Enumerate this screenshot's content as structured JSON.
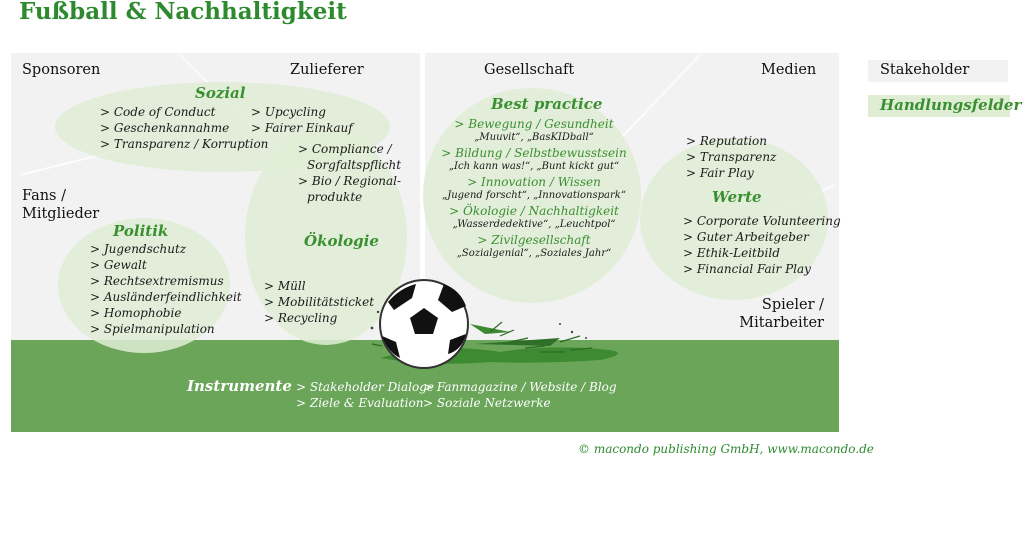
{
  "title": "Fußball & Nachhaltigkeit",
  "stakeholders": {
    "sponsoren": "Sponsoren",
    "zulieferer": "Zulieferer",
    "gesellschaft": "Gesellschaft",
    "medien": "Medien",
    "fans_line1": "Fans /",
    "fans_line2": "Mitglieder",
    "spieler_line1": "Spieler /",
    "spieler_line2": "Mitarbeiter"
  },
  "legend": {
    "stakeholder": "Stakeholder",
    "handlungsfelder": "Handlungsfelder"
  },
  "sozial": {
    "heading": "Sozial",
    "left": [
      "> Code of Conduct",
      "> Geschenkannahme",
      "> Transparenz / Korruption"
    ],
    "right": [
      "> Upcycling",
      "> Fairer Einkauf"
    ]
  },
  "compliance": [
    "> Compliance /",
    "Sorgfaltspflicht",
    "> Bio / Regional-",
    "produkte"
  ],
  "oekologie": {
    "heading": "Ökologie",
    "items": [
      "> Müll",
      "> Mobilitätsticket",
      "> Recycling"
    ]
  },
  "politik": {
    "heading": "Politik",
    "items": [
      "> Jugendschutz",
      "> Gewalt",
      "> Rechtsextremismus",
      "> Ausländerfeindlichkeit",
      "> Homophobie",
      "> Spielmanipulation"
    ]
  },
  "best_practice": {
    "heading": "Best practice",
    "groups": [
      {
        "label": "> Bewegung / Gesundheit",
        "examples": "„Muuvit“, „BasKIDball“"
      },
      {
        "label": "> Bildung / Selbstbewusstsein",
        "examples": "„Ich kann was!“, „Bunt kickt gut“"
      },
      {
        "label": "> Innovation / Wissen",
        "examples": "„Jugend forscht“, „Innovationspark“"
      },
      {
        "label": "> Ökologie / Nachhaltigkeit",
        "examples": "„Wasserdedektive“, „Leuchtpol“"
      },
      {
        "label": "> Zivilgesellschaft",
        "examples": "„Sozialgenial“, „Soziales Jahr“"
      }
    ]
  },
  "medien_items": [
    "> Reputation",
    "> Transparenz",
    "> Fair Play"
  ],
  "werte": {
    "heading": "Werte",
    "items": [
      "> Corporate Volunteering",
      "> Guter Arbeitgeber",
      "> Ethik-Leitbild",
      "> Financial Fair Play"
    ]
  },
  "instrumente": {
    "heading": "Instrumente",
    "col1": [
      "> Stakeholder Dialoge",
      "> Ziele & Evaluation"
    ],
    "col2": [
      "> Fanmagazine / Website / Blog",
      "> Soziale Netzwerke"
    ]
  },
  "footer": "© macondo publishing GmbH, www.macondo.de",
  "colors": {
    "brand_green": "#2e8a2e",
    "grass": "#6aa55a",
    "bubble": "#dfedd5",
    "panel": "#f2f2f2"
  }
}
